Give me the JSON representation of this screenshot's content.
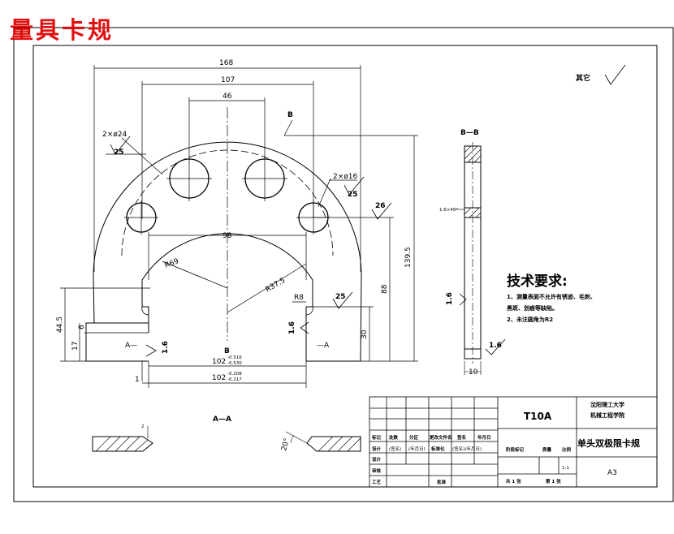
{
  "title": "量具卡规",
  "dims": {
    "d168": "168",
    "d107": "107",
    "d46": "46",
    "d98": "98",
    "d139": "139.5",
    "d88": "88",
    "d30": "30",
    "d44": "44.5",
    "d17": "17",
    "d6": "6",
    "d1": "1",
    "d10": "10",
    "r69": "R69",
    "r37": "R37.5",
    "r8": "R8",
    "hole24": "2×ø24",
    "hole16": "2×ø16",
    "ra25a": "25",
    "ra25b": "25",
    "ra26": "26",
    "ra25c": "25",
    "ra16a": "1.6",
    "ra16b": "1.6",
    "ra16c": "1.6",
    "ra16d": "1.6",
    "tol1_base": "102",
    "tol1_up": "-0.516",
    "tol1_lo": "-0.530",
    "tol2_base": "102",
    "tol2_up": "-0.208",
    "tol2_lo": "-0.217",
    "chamfer": "1.6×45°",
    "angle": "20°",
    "thick2": "2"
  },
  "labels": {
    "section_bb": "B—B",
    "section_aa": "A—A",
    "b_top": "B",
    "b_bottom": "B",
    "a_left": "A—",
    "a_right": "—A",
    "other": "其它"
  },
  "tech": {
    "heading": "技术要求:",
    "line1": "1、测量表面不允许有锈迹、毛刺、",
    "line2": "黑斑、划痕等缺陷。",
    "line3": "2、未注圆角为R2"
  },
  "titleblock": {
    "code": "T10A",
    "school1": "沈阳理工大学",
    "school2": "机械工程学院",
    "part": "单头双极限卡规",
    "sheet": "A3",
    "scale": "1:1",
    "h1": "标记",
    "h2": "处数",
    "h3": "分区",
    "h4": "更改文件名",
    "h5": "签名",
    "h6": "年月日",
    "r1": "设计",
    "r1b": "(签名)",
    "r1c": "(年月日)",
    "r1d": "标准化",
    "r1e": "(签名)(年月日)",
    "r2": "审核",
    "r3": "工艺",
    "r3b": "批准",
    "stage": "阶段标记",
    "weight": "质量",
    "ratio": "比例",
    "total": "共 1 张",
    "page": "第 1 张"
  }
}
